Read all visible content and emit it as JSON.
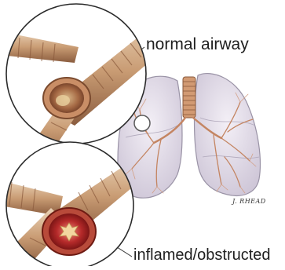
{
  "labels": {
    "normal_airway": "normal airway",
    "inflamed_airway": "inflamed/obstructed"
  },
  "signature": "J. RHEAD",
  "colors": {
    "lung_fill": "#e9e3ee",
    "lung_outline": "#9a93a6",
    "bronchi": "#c8926a",
    "airway_tan": "#d7b08e",
    "airway_shadow": "#8a5a3c",
    "inflamed_red": "#9b1d1d"
  }
}
